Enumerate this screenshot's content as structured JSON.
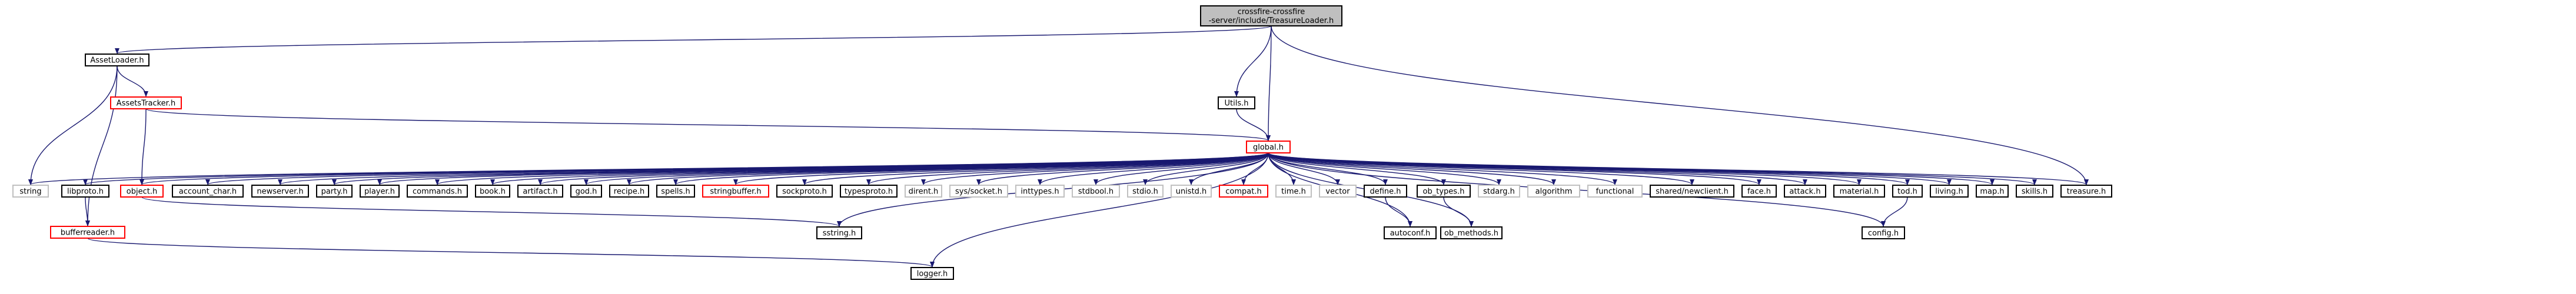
{
  "colors": {
    "edge": "#191970",
    "node_border": "#000000",
    "node_border_missing": "#ff0000",
    "node_border_system": "#c0c0c0",
    "root_fill": "#bfbfbf",
    "node_fill": "#ffffff"
  },
  "nodes": {
    "root": {
      "label": [
        "crossfire-crossfire",
        "-server/include/TreasureLoader.h"
      ],
      "kind": "root"
    },
    "assetloader": {
      "label": [
        "AssetLoader.h"
      ],
      "kind": "normal"
    },
    "assetstracker": {
      "label": [
        "AssetsTracker.h"
      ],
      "kind": "missing"
    },
    "utils": {
      "label": [
        "Utils.h"
      ],
      "kind": "normal"
    },
    "global": {
      "label": [
        "global.h"
      ],
      "kind": "missing"
    },
    "string": {
      "label": [
        "string"
      ],
      "kind": "system"
    },
    "libproto": {
      "label": [
        "libproto.h"
      ],
      "kind": "normal"
    },
    "object": {
      "label": [
        "object.h"
      ],
      "kind": "missing"
    },
    "account_char": {
      "label": [
        "account_char.h"
      ],
      "kind": "normal"
    },
    "newserver": {
      "label": [
        "newserver.h"
      ],
      "kind": "normal"
    },
    "party": {
      "label": [
        "party.h"
      ],
      "kind": "normal"
    },
    "player": {
      "label": [
        "player.h"
      ],
      "kind": "normal"
    },
    "commands": {
      "label": [
        "commands.h"
      ],
      "kind": "normal"
    },
    "book": {
      "label": [
        "book.h"
      ],
      "kind": "normal"
    },
    "artifact": {
      "label": [
        "artifact.h"
      ],
      "kind": "normal"
    },
    "god": {
      "label": [
        "god.h"
      ],
      "kind": "normal"
    },
    "recipe": {
      "label": [
        "recipe.h"
      ],
      "kind": "normal"
    },
    "spells": {
      "label": [
        "spells.h"
      ],
      "kind": "normal"
    },
    "stringbuffer": {
      "label": [
        "stringbuffer.h"
      ],
      "kind": "missing"
    },
    "sockproto": {
      "label": [
        "sockproto.h"
      ],
      "kind": "normal"
    },
    "typesproto": {
      "label": [
        "typesproto.h"
      ],
      "kind": "normal"
    },
    "dirent": {
      "label": [
        "dirent.h"
      ],
      "kind": "system"
    },
    "syssocket": {
      "label": [
        "sys/socket.h"
      ],
      "kind": "system"
    },
    "inttypes": {
      "label": [
        "inttypes.h"
      ],
      "kind": "system"
    },
    "stdbool": {
      "label": [
        "stdbool.h"
      ],
      "kind": "system"
    },
    "stdio": {
      "label": [
        "stdio.h"
      ],
      "kind": "system"
    },
    "unistd": {
      "label": [
        "unistd.h"
      ],
      "kind": "system"
    },
    "compat": {
      "label": [
        "compat.h"
      ],
      "kind": "missing"
    },
    "time": {
      "label": [
        "time.h"
      ],
      "kind": "system"
    },
    "vector": {
      "label": [
        "vector"
      ],
      "kind": "system"
    },
    "define": {
      "label": [
        "define.h"
      ],
      "kind": "normal"
    },
    "ob_types": {
      "label": [
        "ob_types.h"
      ],
      "kind": "normal"
    },
    "stdarg": {
      "label": [
        "stdarg.h"
      ],
      "kind": "system"
    },
    "algorithm": {
      "label": [
        "algorithm"
      ],
      "kind": "system"
    },
    "functional": {
      "label": [
        "functional"
      ],
      "kind": "system"
    },
    "shared_newclient": {
      "label": [
        "shared/newclient.h"
      ],
      "kind": "normal"
    },
    "face": {
      "label": [
        "face.h"
      ],
      "kind": "normal"
    },
    "attack": {
      "label": [
        "attack.h"
      ],
      "kind": "normal"
    },
    "material": {
      "label": [
        "material.h"
      ],
      "kind": "normal"
    },
    "tod": {
      "label": [
        "tod.h"
      ],
      "kind": "normal"
    },
    "living": {
      "label": [
        "living.h"
      ],
      "kind": "normal"
    },
    "map": {
      "label": [
        "map.h"
      ],
      "kind": "normal"
    },
    "skills": {
      "label": [
        "skills.h"
      ],
      "kind": "normal"
    },
    "treasure": {
      "label": [
        "treasure.h"
      ],
      "kind": "normal"
    },
    "bufferreader": {
      "label": [
        "bufferreader.h"
      ],
      "kind": "missing"
    },
    "sstring": {
      "label": [
        "sstring.h"
      ],
      "kind": "normal"
    },
    "autoconf": {
      "label": [
        "autoconf.h"
      ],
      "kind": "normal"
    },
    "ob_methods": {
      "label": [
        "ob_methods.h"
      ],
      "kind": "normal"
    },
    "config": {
      "label": [
        "config.h"
      ],
      "kind": "normal"
    },
    "logger": {
      "label": [
        "logger.h"
      ],
      "kind": "normal"
    }
  },
  "edges": [
    [
      "root",
      "assetloader"
    ],
    [
      "root",
      "utils"
    ],
    [
      "root",
      "global"
    ],
    [
      "root",
      "treasure"
    ],
    [
      "assetloader",
      "assetstracker"
    ],
    [
      "assetloader",
      "string"
    ],
    [
      "assetloader",
      "bufferreader"
    ],
    [
      "assetstracker",
      "global"
    ],
    [
      "assetstracker",
      "object"
    ],
    [
      "utils",
      "global"
    ],
    [
      "global",
      "string"
    ],
    [
      "global",
      "libproto"
    ],
    [
      "global",
      "object"
    ],
    [
      "global",
      "account_char"
    ],
    [
      "global",
      "newserver"
    ],
    [
      "global",
      "party"
    ],
    [
      "global",
      "player"
    ],
    [
      "global",
      "commands"
    ],
    [
      "global",
      "book"
    ],
    [
      "global",
      "artifact"
    ],
    [
      "global",
      "god"
    ],
    [
      "global",
      "recipe"
    ],
    [
      "global",
      "spells"
    ],
    [
      "global",
      "stringbuffer"
    ],
    [
      "global",
      "sockproto"
    ],
    [
      "global",
      "typesproto"
    ],
    [
      "global",
      "dirent"
    ],
    [
      "global",
      "syssocket"
    ],
    [
      "global",
      "inttypes"
    ],
    [
      "global",
      "stdbool"
    ],
    [
      "global",
      "stdio"
    ],
    [
      "global",
      "unistd"
    ],
    [
      "global",
      "compat"
    ],
    [
      "global",
      "time"
    ],
    [
      "global",
      "vector"
    ],
    [
      "global",
      "define"
    ],
    [
      "global",
      "ob_types"
    ],
    [
      "global",
      "stdarg"
    ],
    [
      "global",
      "algorithm"
    ],
    [
      "global",
      "functional"
    ],
    [
      "global",
      "shared_newclient"
    ],
    [
      "global",
      "face"
    ],
    [
      "global",
      "attack"
    ],
    [
      "global",
      "material"
    ],
    [
      "global",
      "tod"
    ],
    [
      "global",
      "living"
    ],
    [
      "global",
      "map"
    ],
    [
      "global",
      "skills"
    ],
    [
      "global",
      "treasure"
    ],
    [
      "global",
      "sstring"
    ],
    [
      "global",
      "ob_methods"
    ],
    [
      "global",
      "config"
    ],
    [
      "global",
      "logger"
    ],
    [
      "global",
      "autoconf"
    ],
    [
      "libproto",
      "bufferreader"
    ],
    [
      "object",
      "sstring"
    ],
    [
      "bufferreader",
      "logger"
    ],
    [
      "define",
      "autoconf"
    ],
    [
      "ob_types",
      "ob_methods"
    ],
    [
      "tod",
      "config"
    ]
  ]
}
